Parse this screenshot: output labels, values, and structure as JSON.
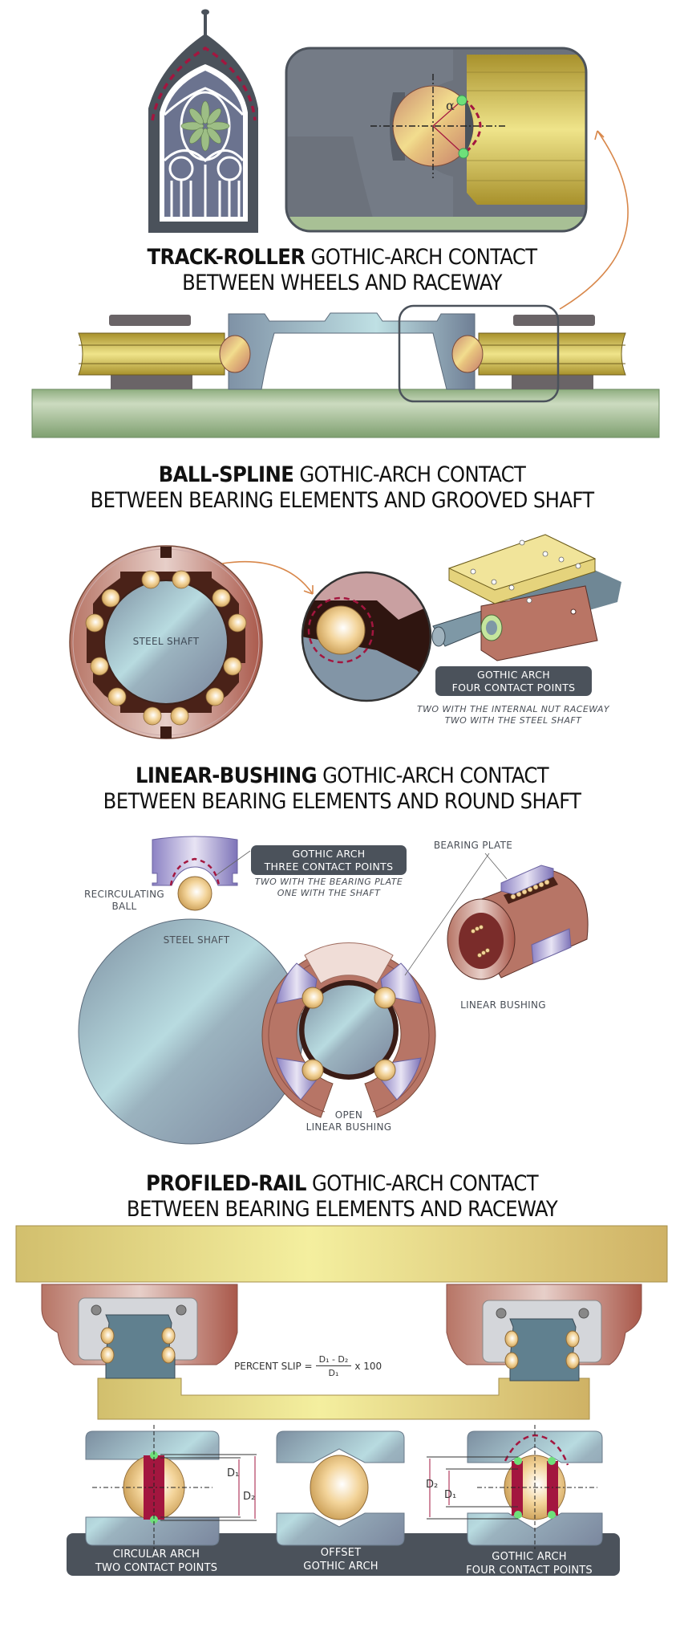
{
  "sections": {
    "track_roller": {
      "title_bold": "TRACK-ROLLER",
      "title_rest": " GOTHIC-ARCH CONTACT",
      "title_line2": "BETWEEN WHEELS AND RACEWAY",
      "angle_label": "α"
    },
    "ball_spline": {
      "title_bold": "BALL-SPLINE",
      "title_rest": " GOTHIC-ARCH CONTACT",
      "title_line2": "BETWEEN BEARING ELEMENTS AND GROOVED SHAFT",
      "shaft_label": "STEEL SHAFT",
      "badge_line1": "GOTHIC ARCH",
      "badge_line2": "FOUR CONTACT POINTS",
      "note_line1": "TWO WITH THE INTERNAL NUT RACEWAY",
      "note_line2": "TWO WITH THE STEEL SHAFT"
    },
    "linear_bushing": {
      "title_bold": "LINEAR-BUSHING",
      "title_rest": " GOTHIC-ARCH CONTACT",
      "title_line2": "BETWEEN BEARING ELEMENTS AND ROUND SHAFT",
      "badge_line1": "GOTHIC ARCH",
      "badge_line2": "THREE CONTACT POINTS",
      "note_line1": "TWO WITH THE BEARING PLATE",
      "note_line2": "ONE WITH THE SHAFT",
      "ball_label_line1": "RECIRCULATING",
      "ball_label_line2": "BALL",
      "shaft_label": "STEEL SHAFT",
      "plate_label": "BEARING PLATE",
      "bushing_label": "LINEAR BUSHING",
      "open_label_line1": "OPEN",
      "open_label_line2": "LINEAR BUSHING"
    },
    "profiled_rail": {
      "title_bold": "PROFILED-RAIL",
      "title_rest": " GOTHIC-ARCH CONTACT",
      "title_line2": "BETWEEN BEARING ELEMENTS AND RACEWAY",
      "formula_label": "PERCENT SLIP =",
      "formula_numerator": "D₁ - D₂",
      "formula_denominator": "D₁",
      "formula_multiplier": "x 100",
      "dim_d1": "D₁",
      "dim_d2": "D₂",
      "types": [
        {
          "line1": "CIRCULAR ARCH",
          "line2": "TWO CONTACT POINTS"
        },
        {
          "line1": "OFFSET",
          "line2": "GOTHIC ARCH"
        },
        {
          "line1": "GOTHIC ARCH",
          "line2": "FOUR CONTACT POINTS"
        }
      ]
    }
  },
  "colors": {
    "slate": "#4b525b",
    "brass": "#c9b24a",
    "rail_green": "#9cb88e",
    "copper": "#b8776a",
    "steel": "#8fa3b0",
    "contact_red": "#a3163f",
    "contact_green": "#6ee07a",
    "arrow_orange": "#d8874a"
  }
}
